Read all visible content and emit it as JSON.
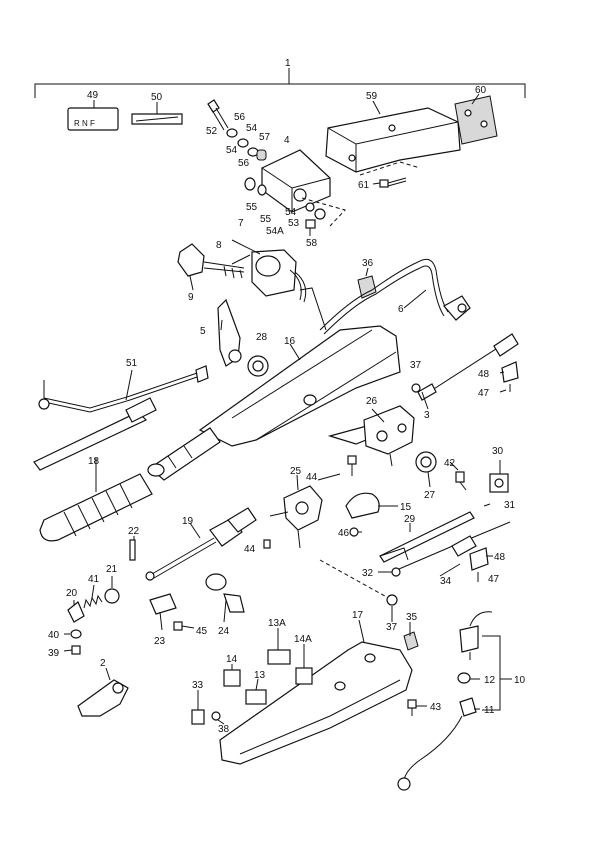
{
  "diagram": {
    "callouts": {
      "c1": "1",
      "c2": "2",
      "c3": "3",
      "c4": "4",
      "c5": "5",
      "c6": "6",
      "c7": "7",
      "c8": "8",
      "c9": "9",
      "c10": "10",
      "c11": "11",
      "c12": "12",
      "c13": "13",
      "c13a": "13A",
      "c14": "14",
      "c14a": "14A",
      "c15": "15",
      "c16": "16",
      "c17": "17",
      "c18": "18",
      "c19": "19",
      "c20": "20",
      "c21": "21",
      "c22": "22",
      "c23": "23",
      "c24": "24",
      "c25": "25",
      "c26": "26",
      "c27": "27",
      "c28": "28",
      "c29": "29",
      "c30": "30",
      "c31": "31",
      "c32": "32",
      "c33": "33",
      "c34": "34",
      "c35": "35",
      "c36": "36",
      "c37a": "37",
      "c37b": "37",
      "c38": "38",
      "c39": "39",
      "c40": "40",
      "c41": "41",
      "c42": "42",
      "c43": "43",
      "c44a": "44",
      "c44b": "44",
      "c45": "45",
      "c46": "46",
      "c47a": "47",
      "c47b": "47",
      "c48a": "48",
      "c48b": "48",
      "c49": "49",
      "c50": "50",
      "c51": "51",
      "c52": "52",
      "c53": "53",
      "c54a": "54",
      "c54b": "54",
      "c54c": "54",
      "c54A": "54A",
      "c55a": "55",
      "c55b": "55",
      "c56a": "56",
      "c56b": "56",
      "c57": "57",
      "c58": "58",
      "c59": "59",
      "c60": "60",
      "c61": "61"
    },
    "decal_49_text": "R N F",
    "colors": {
      "line": "#111111",
      "background": "#ffffff",
      "shade": "#d8d8d8"
    }
  }
}
